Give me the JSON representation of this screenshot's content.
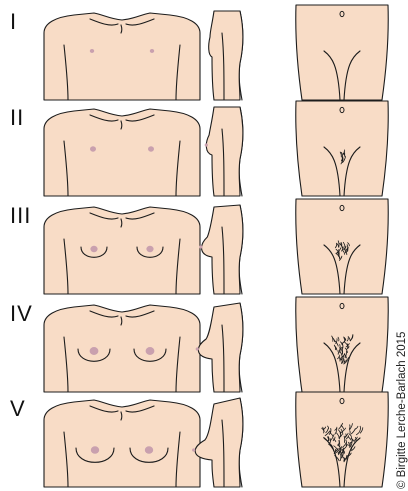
{
  "stages": [
    {
      "label": "I",
      "breast": 0,
      "hair": 0
    },
    {
      "label": "II",
      "breast": 1,
      "hair": 1
    },
    {
      "label": "III",
      "breast": 2,
      "hair": 2
    },
    {
      "label": "IV",
      "breast": 3,
      "hair": 3
    },
    {
      "label": "V",
      "breast": 4,
      "hair": 4
    }
  ],
  "credit": "© Birgitte Lerche-Barlach 2015",
  "colors": {
    "skin": "#f8dcc6",
    "outline": "#1c1c1c",
    "areola": "#c9a0ae",
    "background": "#ffffff"
  }
}
